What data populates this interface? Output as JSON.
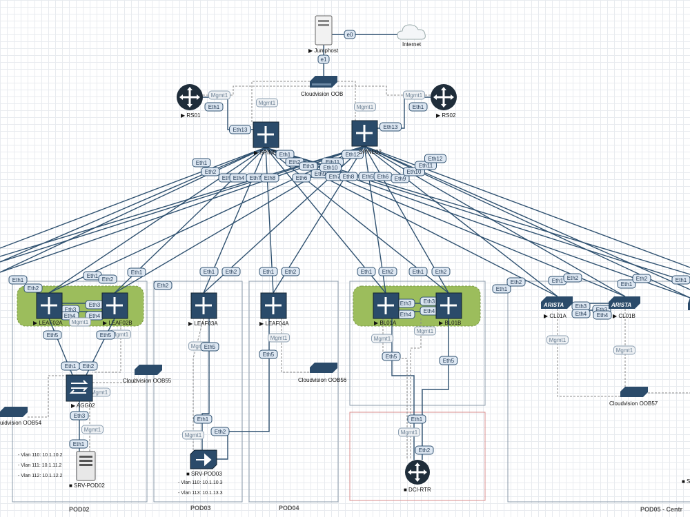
{
  "pods": {
    "pod02": "POD02",
    "pod03": "POD03",
    "pod04": "POD04",
    "pod05": "POD05 - Centr"
  },
  "nodes": {
    "jumphost": "▶ Jumphost",
    "internet": "Internet",
    "cv_oob": "Cloudvision OOB",
    "rs01": "▶ RS01",
    "rs02": "▶ RS02",
    "spine01": "▶ SPINE",
    "spine02": "SPINE02",
    "leaf02a": "▶ LEAF02A",
    "leaf02b": "▶ LEAF02B",
    "leaf03a": "▶ LEAF03A",
    "leaf04a": "▶ LEAF04A",
    "bl01a": "▶ BL01A",
    "bl01b": "▶ BL01B",
    "cl01a": "▶ CL01A",
    "cl01b": "▶ CL01B",
    "agg02": "▶ AGG02",
    "srv_pod02": "■ SRV-POD02",
    "srv_pod03": "■ SRV-POD03",
    "dci_rtr": "■ DCI-RTR",
    "oob54": "uidvision OOB54",
    "oob55": "Cloudvision OOB55",
    "oob56": "Cloudvision OOB56",
    "oob57": "Cloudvision OOB57",
    "s_partial": "■ S"
  },
  "annotations": {
    "pod02_vlans": [
      "- Vlan 110: 10.1.10.2",
      "- Vlan 111: 10.1.11.2",
      "- Vlan 112: 10.1.12.2"
    ],
    "pod03_vlans": [
      "- Vlan 110: 10.1.10.3",
      "- Vlan 113: 10.1.13.3"
    ]
  },
  "vendor_logo": "ARISTA",
  "port_labels": {
    "e0": "e0",
    "e1": "e1",
    "mgmt1": "Mgmt1",
    "eth1": "Eth1",
    "eth2": "Eth2",
    "eth3": "Eth3",
    "eth4": "Eth4",
    "eth5": "Eth5",
    "eth6": "Eth6",
    "eth7": "Eth7",
    "eth8": "Eth8",
    "eth9": "Eth9",
    "eth10": "Eth10",
    "eth11": "Eth11",
    "eth12": "Eth12",
    "eth13": "Eth13"
  },
  "colors": {
    "link": "#2f5170",
    "mgmt_link": "#8a8a8a",
    "router": "#1f2d3a",
    "switch_icon": "#2b4b6a",
    "mlag_group": "#9cbd5c",
    "pod_border": "#8a9aaa",
    "dci_border": "#d98c8c",
    "port_pill": "#dde7f2",
    "port_pill_stroke": "#2f5170",
    "mgmt_pill": "#eef1f4",
    "mgmt_pill_stroke": "#8da0b2"
  }
}
